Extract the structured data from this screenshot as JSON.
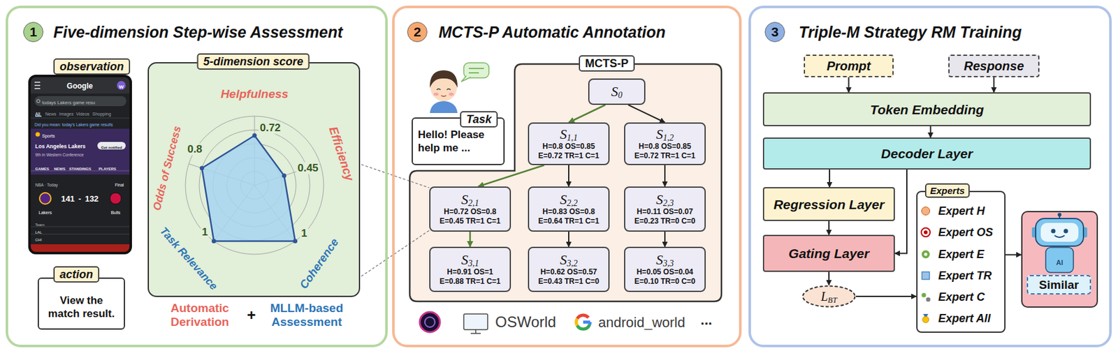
{
  "diagram": {
    "nodes": [
      {
        "text": [
          "Five-dimension Step-wise Assessment"
        ]
      },
      {
        "text": [
          "1"
        ],
        "in": 0
      },
      {
        "text": [
          "observation"
        ],
        "in": 0
      },
      {
        "text": [
          "action",
          "View the match result."
        ],
        "in": 0
      },
      {
        "text": [
          "5-dimension score"
        ],
        "in": 0
      },
      {
        "text": [
          "MCTS-P Automatic Annotation"
        ]
      },
      {
        "text": [
          "2"
        ],
        "in": 5
      },
      {
        "text": [
          "Task",
          "Hello! Please help me ..."
        ],
        "in": 5
      },
      {
        "text": [
          "MCTS-P"
        ],
        "in": 5
      },
      {
        "text": [
          "S0"
        ],
        "in": 8
      },
      {
        "text": [
          "S1,1",
          "H=0.8 OS=0.85 E=0.72 TR=1 C=1"
        ],
        "in": 8
      },
      {
        "text": [
          "S1,2",
          "H=0.8 OS=0.85 E=0.72 TR=1 C=1"
        ],
        "in": 8
      },
      {
        "text": [
          "S2,1",
          "H=0.72 OS=0.8 E=0.45 TR=1 C=1"
        ],
        "in": 8
      },
      {
        "text": [
          "S2,2",
          "H=0.83 OS=0.8 E=0.64 TR=1 C=1"
        ],
        "in": 8
      },
      {
        "text": [
          "S2,3",
          "H=0.11 OS=0.07 E=0.23 TR=0 C=0"
        ],
        "in": 8
      },
      {
        "text": [
          "S3,1",
          "H=0.91 OS=1 E=0.88 TR=1 C=1"
        ],
        "in": 8
      },
      {
        "text": [
          "S3,2",
          "H=0.62 OS=0.57 E=0.43 TR=1 C=0"
        ],
        "in": 8
      },
      {
        "text": [
          "S3,3",
          "H=0.05 OS=0.04 E=0.10 TR=0 C=0"
        ],
        "in": 8
      },
      {
        "text": [
          "Triple-M Strategy RM Training"
        ]
      },
      {
        "text": [
          "3"
        ],
        "in": 18
      },
      {
        "text": [
          "Prompt"
        ],
        "in": 18
      },
      {
        "text": [
          "Response"
        ],
        "in": 18
      },
      {
        "text": [
          "Token Embedding"
        ],
        "in": 18
      },
      {
        "text": [
          "Decoder Layer"
        ],
        "in": 18
      },
      {
        "text": [
          "Regression Layer"
        ],
        "in": 18
      },
      {
        "text": [
          "Gating Layer"
        ],
        "in": 18
      },
      {
        "text": [
          "LBT"
        ],
        "in": 18
      },
      {
        "text": [
          "Experts",
          "Expert H",
          "Expert OS",
          "Expert E",
          "Expert TR",
          "Expert C",
          "Expert All"
        ],
        "in": 18
      },
      {
        "text": [
          "AI"
        ],
        "in": 18
      },
      {
        "text": [
          "Similar"
        ],
        "in": 28
      }
    ],
    "edges": [
      {
        "from": 9,
        "to": 10,
        "arrow": "to"
      },
      {
        "from": 9,
        "to": 11,
        "arrow": "to"
      },
      {
        "from": 10,
        "to": 12,
        "arrow": "to"
      },
      {
        "from": 10,
        "to": 13,
        "arrow": "to"
      },
      {
        "from": 11,
        "to": 14,
        "arrow": "to"
      },
      {
        "from": 12,
        "to": 15,
        "arrow": "to"
      },
      {
        "from": 13,
        "to": 16,
        "arrow": "to"
      },
      {
        "from": 14,
        "to": 17,
        "arrow": "to"
      },
      {
        "from": 20,
        "to": 22,
        "arrow": "to"
      },
      {
        "from": 21,
        "to": 22,
        "arrow": "to"
      },
      {
        "from": 22,
        "to": 23,
        "arrow": "to"
      },
      {
        "from": 23,
        "to": 24,
        "arrow": "to"
      },
      {
        "from": 23,
        "to": 25,
        "arrow": "to"
      },
      {
        "from": 24,
        "to": 25,
        "arrow": "to"
      },
      {
        "from": 25,
        "to": 26,
        "arrow": "to"
      },
      {
        "from": 26,
        "to": 27,
        "arrow": "to"
      },
      {
        "from": 27,
        "to": 28,
        "arrow": "to"
      }
    ],
    "labels": [
      "Google",
      "W",
      "todays Lakers game resu",
      "All",
      "News",
      "Images",
      "Videos",
      "Shopping",
      "Did you mean: today's Lakers game results",
      "Sports",
      "Get notified",
      "Los Angeles Lakers",
      "9th in Western Conference",
      "GAMES",
      "NEWS",
      "STANDINGS",
      "PLAYERS",
      "NBA · Today",
      "Final",
      "141",
      "-",
      "132",
      "Lakers",
      "Bulls",
      "Team",
      "LAL",
      "CHI",
      "Helpfulness",
      "0.72",
      "Efficiency",
      "0.45",
      "Odds of Success",
      "0.8",
      "Task Relevance",
      "1",
      "Coherence",
      "1",
      "Automatic Derivation",
      "+",
      "MLLM-based Assessment",
      "OSWorld",
      "android_world",
      "..."
    ]
  }
}
